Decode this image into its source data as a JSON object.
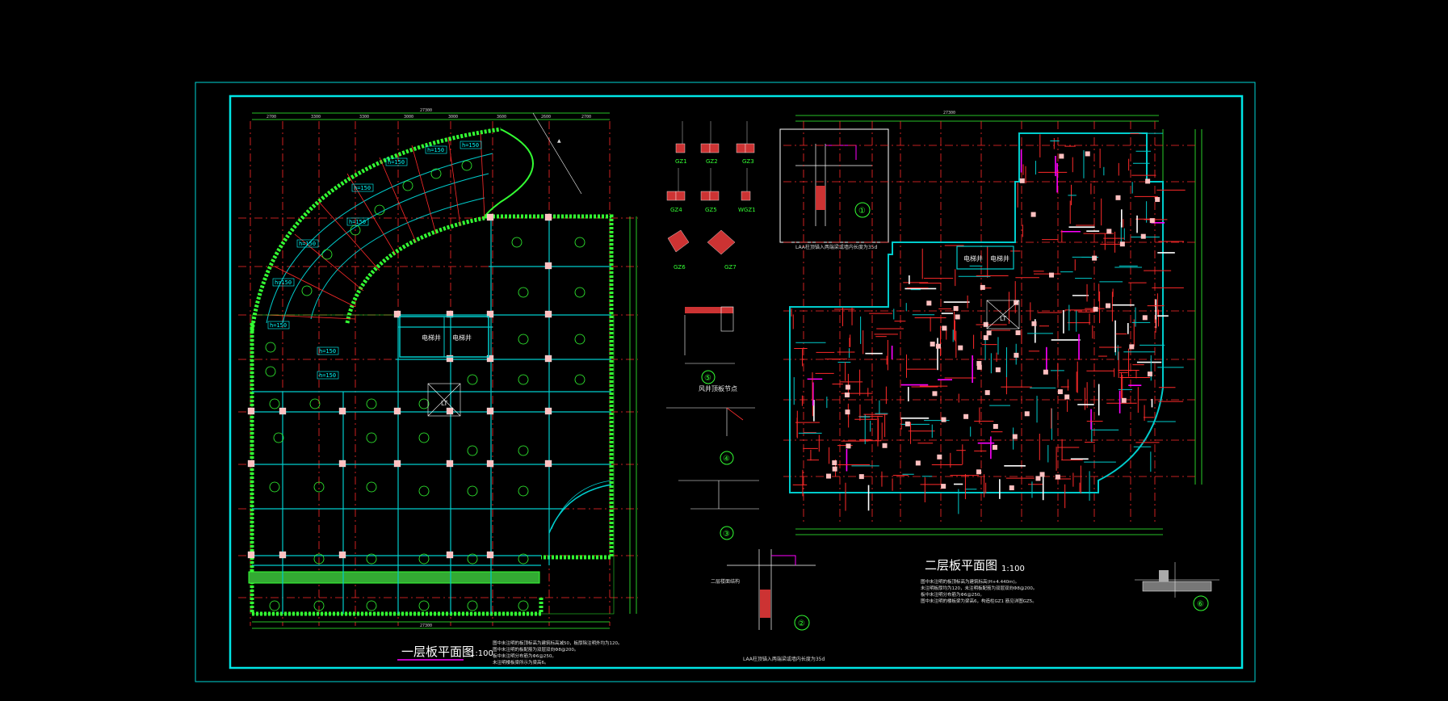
{
  "colors": {
    "background": "#000000",
    "frame": "#00e5e5",
    "wall": "#33ff33",
    "axis": "#ff3030",
    "beam": "#00cccc",
    "dim": "#d0d0d0",
    "accent": "#ff00ff"
  },
  "plan1": {
    "title": "一层板平面图",
    "scale": "1:100",
    "notes": [
      "图中未注明的板顶标高为建筑标高减50，板厚除注明外均为120。",
      "图中未注明的板配筋为双层双向Φ8@200。",
      "板中未注明分布筋为Φ6@250。",
      "未注明楼板梁所示为梁高6。"
    ],
    "top_dims": [
      "2700",
      "3300",
      "3300",
      "3000",
      "3000",
      "3600",
      "2600",
      "2700"
    ],
    "top_total": "27300",
    "bottom_total": "27300",
    "thickness_tags": [
      "h=150",
      "h=150",
      "h=150",
      "h=150",
      "h=150",
      "h=150",
      "h=150",
      "h=150",
      "h=150",
      "h=150"
    ],
    "rooms": [
      "电梯井",
      "电梯井"
    ],
    "stair": "LT"
  },
  "plan2": {
    "title": "二层板平面图",
    "scale": "1:100",
    "notes": [
      "图中未注明的板顶标高为建筑标高(H+4.440m)。",
      "未注明板厚均为120，未注明板配筋为双层双向Φ8@200。",
      "板中未注明分布筋为Φ6@250。",
      "图中未注明的楼板梁为梁高6，构造柱GZ1 筋见详图GZ5。"
    ],
    "top_total": "27300",
    "rooms": [
      "电梯井",
      "电梯井"
    ],
    "stair": "LT"
  },
  "columns": {
    "labels": [
      "GZ1",
      "GZ2",
      "GZ3",
      "GZ4",
      "GZ5",
      "WGZ1",
      "GZ6",
      "GZ7"
    ]
  },
  "details": {
    "detail1_label": "①",
    "detail1_caption": "LAA柱顶锚入两端梁或墙内长度为35d",
    "detail2_label": "②",
    "detail2_caption": "LAA柱顶锚入两端梁或墙内长度为35d",
    "detail3_label": "③",
    "detail4_label": "④",
    "detail4_title": "风井顶板节点",
    "detail5_label": "⑤",
    "detail6_label": "⑥",
    "side_label": "二层楼面结构"
  }
}
